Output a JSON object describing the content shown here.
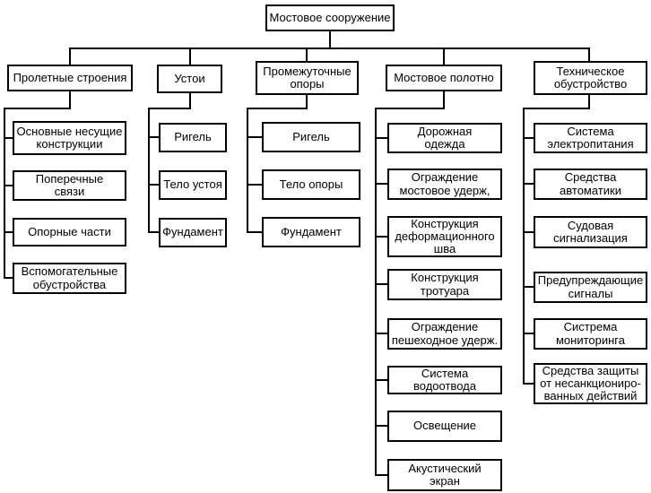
{
  "diagram": {
    "title": "Мостовое сооружение structural tree",
    "root": "Мостовое сооружение",
    "columns": [
      {
        "label": "Пролетные строения",
        "children": [
          "Основные несущие\nконструкции",
          "Поперечные\nсвязи",
          "Опорные части",
          "Вспомогательные\nобустройства"
        ]
      },
      {
        "label": "Устои",
        "children": [
          "Ригель",
          "Тело устоя",
          "Фундамент"
        ]
      },
      {
        "label": "Промежуточные\nопоры",
        "children": [
          "Ригель",
          "Тело опоры",
          "Фундамент"
        ]
      },
      {
        "label": "Мостовое полотно",
        "children": [
          "Дорожная\nодежда",
          "Ограждение\nмостовое удерж,",
          "Конструкция\nдеформационного\nшва",
          "Конструкция\nтротуара",
          "Ограждение\nпешеходное удерж.",
          "Система водоотвода",
          "Освещение",
          "Акустический\nэкран"
        ]
      },
      {
        "label": "Техническое\nобустройство",
        "children": [
          "Система\nэлектропитания",
          "Средства\nавтоматики",
          "Судовая\nсигнализация",
          "Предупреждающие\nсигналы",
          "Систрема\nмониторинга",
          "Средства защиты\nот несанкциониро-\nванных действий"
        ]
      }
    ],
    "colors": {
      "line": "#000000",
      "box_border": "#000000",
      "box_background": "#ffffff",
      "text": "#000000",
      "page_background": "#ffffff"
    }
  }
}
